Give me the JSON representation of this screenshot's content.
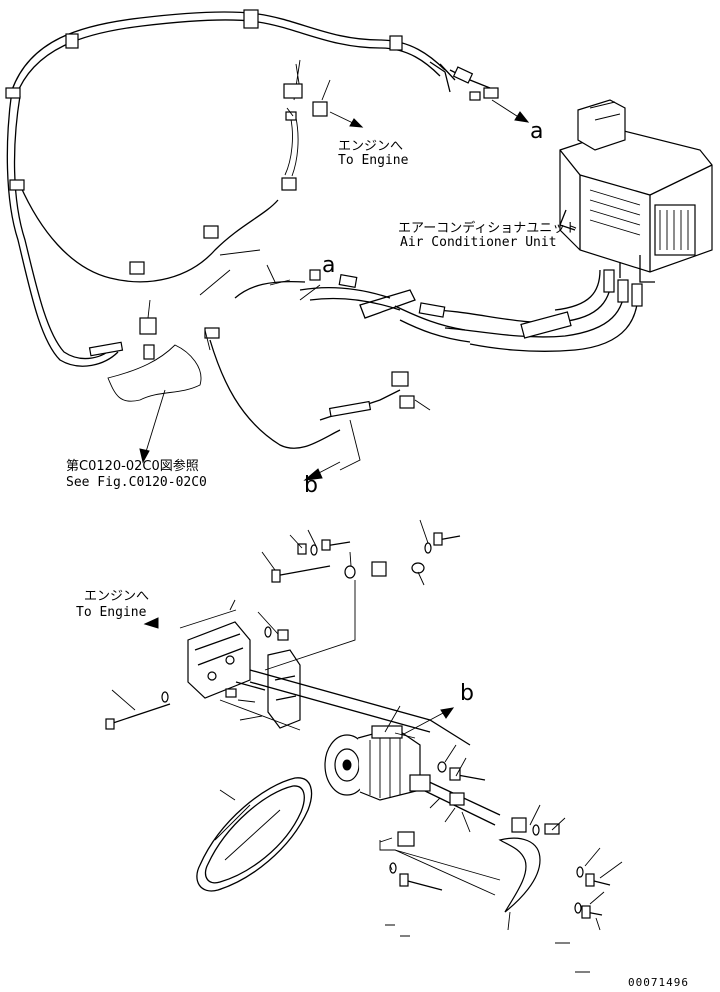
{
  "labels": {
    "engine_top_jp": "エンジンへ",
    "engine_top_en": "To Engine",
    "ac_unit_jp": "エアーコンディショナユニット",
    "ac_unit_en": "Air Conditioner Unit",
    "fig_ref_jp": "第C0120-02C0図参照",
    "fig_ref_en": "See Fig.C0120-02C0",
    "engine_mid_jp": "エンジンへ",
    "engine_mid_en": "To Engine",
    "ref_a_right": "a",
    "ref_a_mid": "a",
    "ref_b_top": "b",
    "ref_b_mid": "b",
    "drawing_number": "00071496"
  }
}
